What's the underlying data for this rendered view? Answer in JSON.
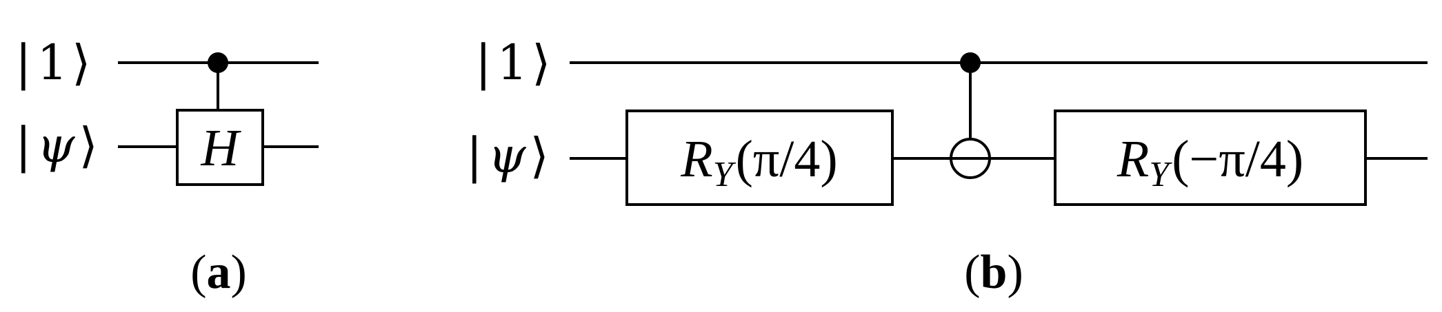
{
  "panels": [
    {
      "caption_open": "(",
      "caption_letter": "a",
      "caption_close": ")",
      "top_qubit": {
        "bar": "|",
        "value": "1",
        "bracket": "⟩"
      },
      "bottom_qubit": {
        "bar": "|",
        "value": "ψ",
        "bracket": "⟩"
      },
      "gate": {
        "label": "H"
      },
      "control_symbol": "filled-dot-control"
    },
    {
      "caption_open": "(",
      "caption_letter": "b",
      "caption_close": ")",
      "top_qubit": {
        "bar": "|",
        "value": "1",
        "bracket": "⟩"
      },
      "bottom_qubit": {
        "bar": "|",
        "value": "ψ",
        "bracket": "⟩"
      },
      "gate_left": {
        "name": "R",
        "subscript": "Y",
        "argument": "(π/4)"
      },
      "gate_right": {
        "name": "R",
        "subscript": "Y",
        "argument": "(−π/4)"
      },
      "control_symbol": "filled-dot-control",
      "target_symbol": "cnot-target"
    }
  ]
}
